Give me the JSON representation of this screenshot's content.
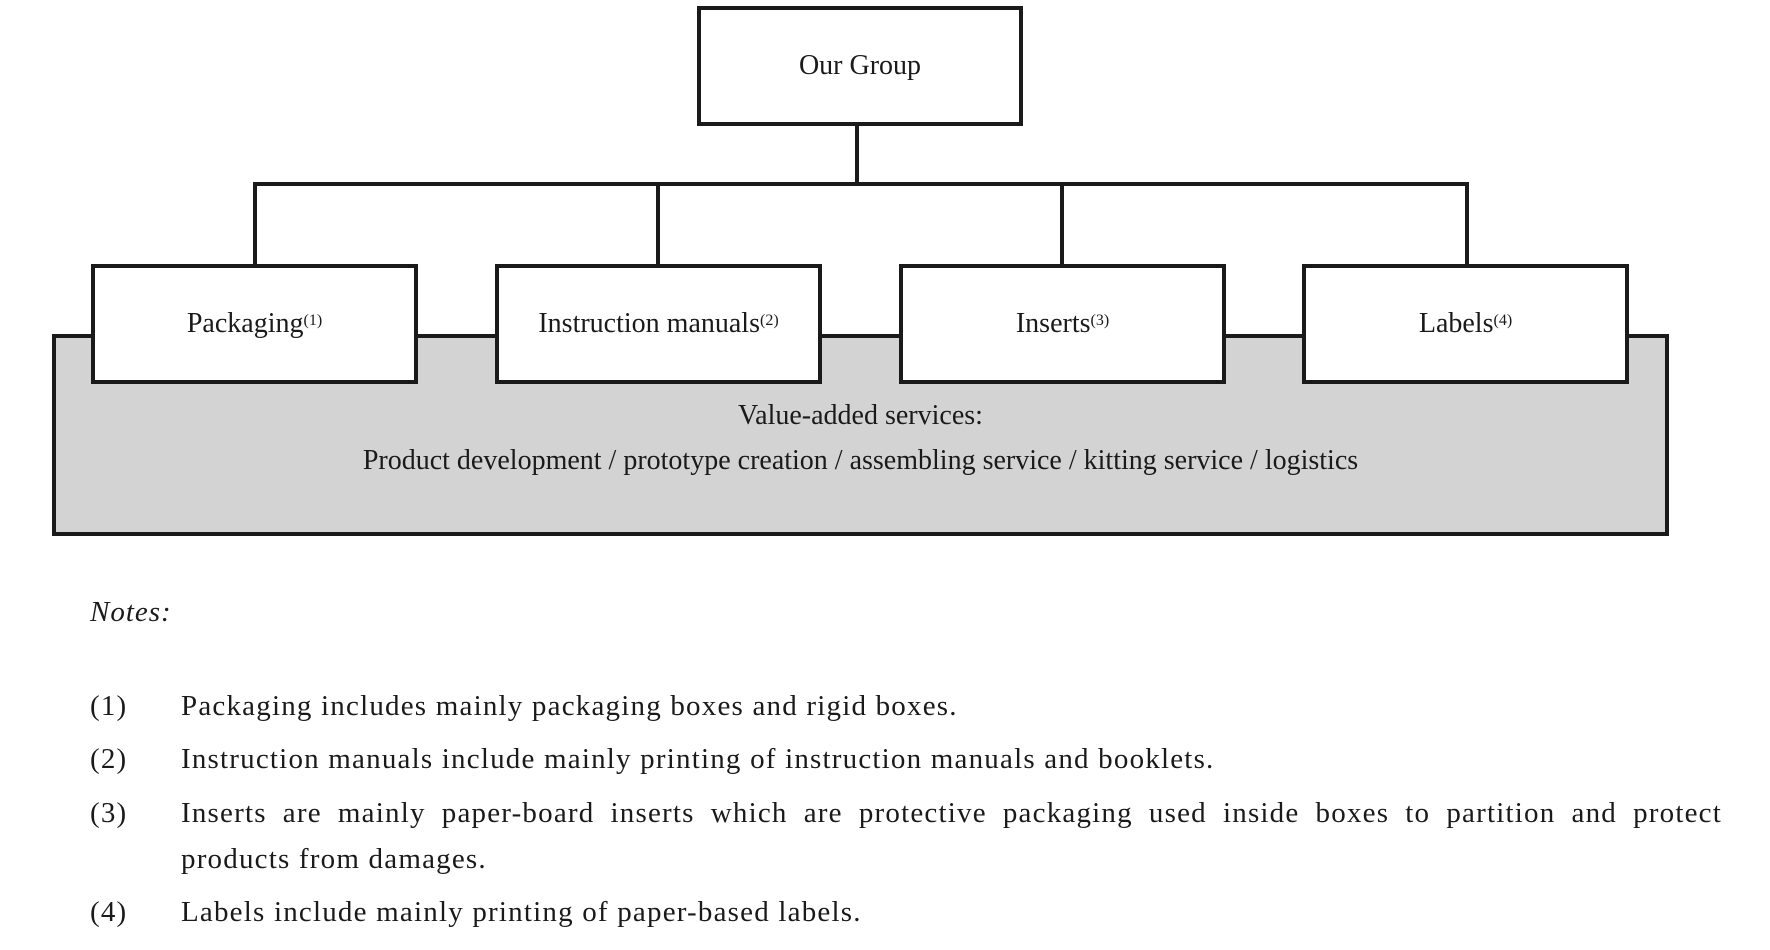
{
  "diagram": {
    "root": {
      "label": "Our Group"
    },
    "children": [
      {
        "label": "Packaging",
        "note_ref": "(1)"
      },
      {
        "label": "Instruction manuals",
        "note_ref": "(2)"
      },
      {
        "label": "Inserts",
        "note_ref": "(3)"
      },
      {
        "label": "Labels",
        "note_ref": "(4)"
      }
    ],
    "services": {
      "heading": "Value-added services:",
      "items": "Product development / prototype creation / assembling service / kitting service / logistics"
    }
  },
  "notes": {
    "title": "Notes:",
    "items": [
      {
        "num": "(1)",
        "text": "Packaging includes mainly packaging boxes and rigid boxes."
      },
      {
        "num": "(2)",
        "text": "Instruction manuals include mainly printing of instruction manuals and booklets."
      },
      {
        "num": "(3)",
        "text": "Inserts are mainly paper-board inserts which are protective packaging used inside boxes to partition and protect products from damages."
      },
      {
        "num": "(4)",
        "text": "Labels include mainly printing of paper-based labels."
      }
    ]
  },
  "colors": {
    "line": "#1a1a1a",
    "services_fill": "#d3d3d3",
    "box_fill": "#ffffff"
  }
}
